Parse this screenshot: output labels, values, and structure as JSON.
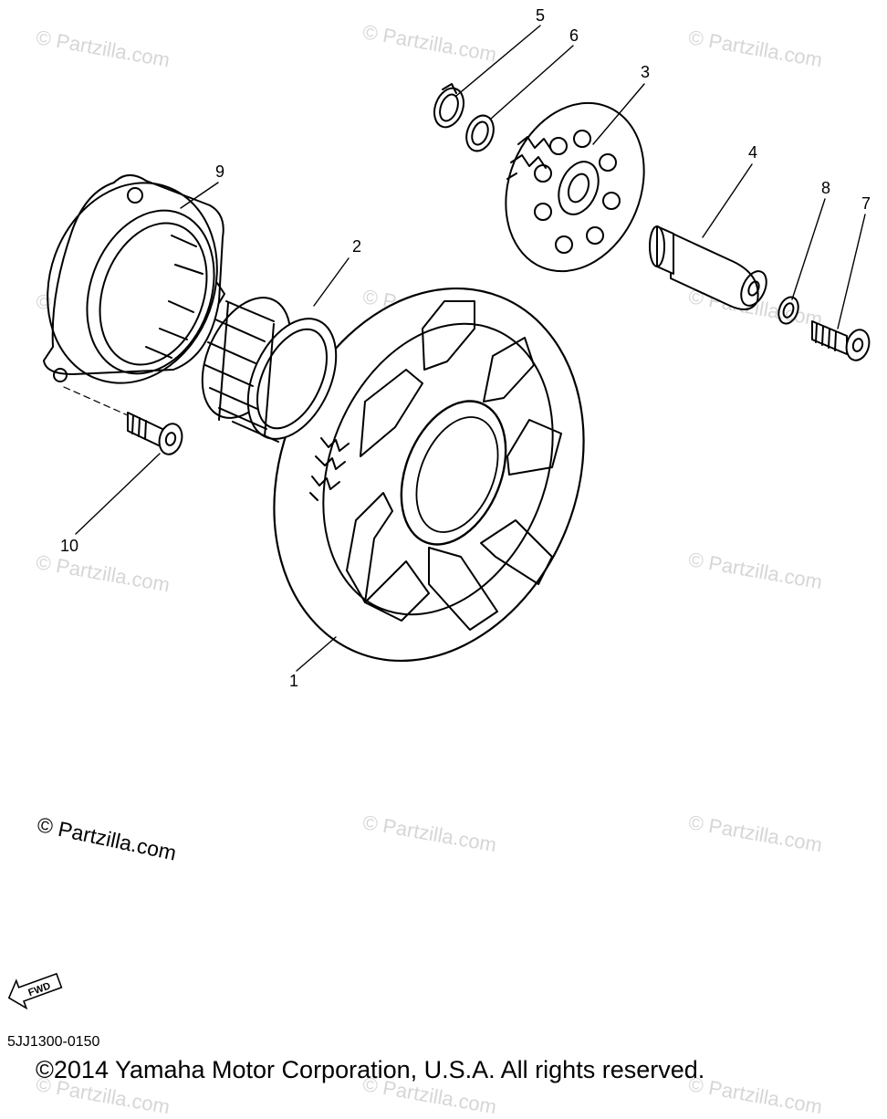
{
  "callouts": [
    "1",
    "2",
    "3",
    "4",
    "5",
    "6",
    "7",
    "8",
    "9",
    "10"
  ],
  "watermark": "© Partzilla.com",
  "watermark_large": "© Partzilla.com",
  "fwd_label": "FWD",
  "drawing_code": "5JJ1300-0150",
  "copyright": "©2014 Yamaha Motor Corporation, U.S.A. All rights reserved."
}
